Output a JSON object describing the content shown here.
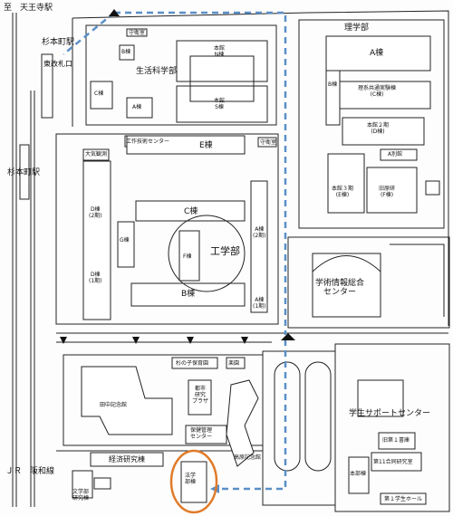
{
  "map": {
    "direction_label": "至　天王寺駅",
    "rail_label": "ＪＲ　阪和線",
    "stations": {
      "sugimotocho_station": "杉本町駅",
      "east_gate": "東改札口",
      "sugimotocho_side": "杉本町駅"
    },
    "faculties": {
      "life_science": "生活科学部",
      "science": "理学部",
      "engineering": "工学部"
    },
    "buildings": {
      "guard_house": "守衛室",
      "b_building_ls": "B棟",
      "c_building_ls": "C棟",
      "a_building_ls": "A棟",
      "main_n": "本館\nN棟",
      "main_s": "本館\nS棟",
      "sci_a": "A棟",
      "sci_b": "B棟",
      "sci_common": "理系共通実験棟\n(C棟)",
      "main_2": "本館２期\n(D棟)",
      "a_annex": "A別館",
      "main_3": "本館３期\n(E棟)",
      "old_lab": "旧原研\n(F棟)",
      "workshop": "工作技術センター",
      "atmos_lab": "大気観測",
      "e_building": "E棟",
      "guard_house2": "守衛室",
      "c_building_eng": "C棟",
      "g_building": "G棟",
      "f_building": "F棟",
      "a_2ki": "A棟\n(2期)",
      "a_1ki": "A棟\n(1期)",
      "b_building_eng": "B棟",
      "d_2ki": "D棟\n(2期)",
      "d_1ki": "D棟\n(1期)",
      "info_center": "学術情報総合\nセンター",
      "sugi_nursery": "杉の子保育園",
      "gakkan": "楽園",
      "tanaka_hall": "田中記念館",
      "student_plaza": "都市\n研究\nプラザ",
      "health_center": "保健管理\nセンター",
      "kita_hall": "高原記念館",
      "econ_research": "経済研究棟",
      "law_building": "法学\n部棟",
      "humanities": "文学部\n研究棟",
      "student_support": "学生サポートセンター",
      "old_1_building": "旧第１書庫",
      "hall_1": "第11合同研究室",
      "main_office": "本部棟",
      "bldg_1": "第１学生ホール"
    }
  },
  "colors": {
    "route": "#5b8fc7",
    "highlight": "#e07b2a",
    "line": "#222222"
  }
}
